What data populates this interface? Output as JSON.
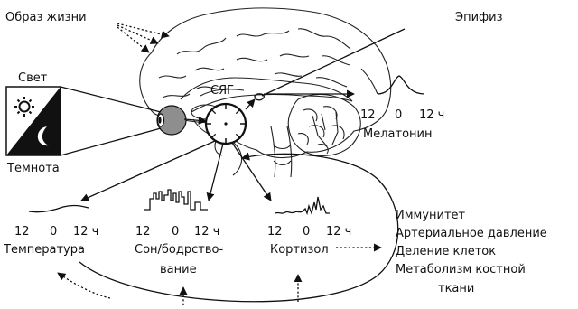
{
  "labels": {
    "lifestyle": "Образ жизни",
    "pineal": "Эпифиз",
    "light": "Свет",
    "dark": "Темнота",
    "scn": "СЯГ"
  },
  "rhythms": {
    "melatonin": {
      "label": "Мелатонин",
      "ticks": [
        "12",
        "0",
        "12 ч"
      ]
    },
    "temperature": {
      "label": "Температура",
      "ticks": [
        "12",
        "0",
        "12 ч"
      ]
    },
    "sleep_wake": {
      "label_line1": "Сон/бодрство-",
      "label_line2": "вание",
      "ticks": [
        "12",
        "0",
        "12 ч"
      ]
    },
    "cortisol": {
      "label": "Кортизол",
      "ticks": [
        "12",
        "0",
        "12 ч"
      ]
    }
  },
  "effects": [
    "Иммунитет",
    "Артериальное давление",
    "Деление клеток",
    "Метаболизм костной",
    "ткани"
  ],
  "icons": {
    "light": "sun-icon",
    "dark": "moon-icon",
    "clock": "clock-icon",
    "eye": "eye-icon"
  }
}
